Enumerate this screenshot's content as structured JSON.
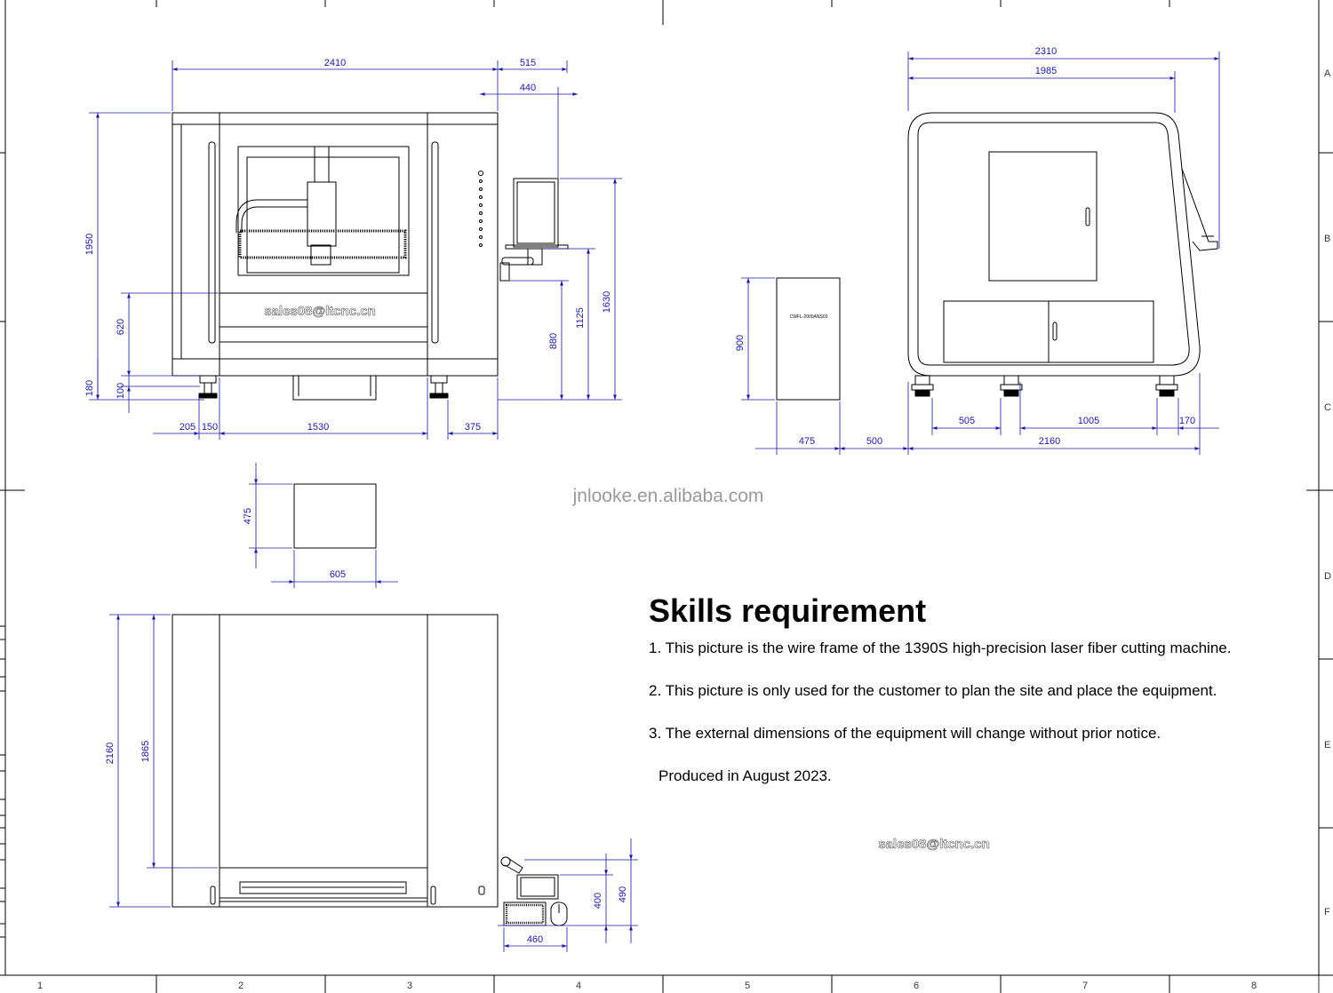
{
  "watermarks": {
    "email": "sales08@ltcnc.cn",
    "site": "jnlooke.en.alibaba.com"
  },
  "frame": {
    "columns": [
      "1",
      "2",
      "3",
      "4",
      "5",
      "6",
      "7",
      "8"
    ],
    "rows": [
      "A",
      "B",
      "C",
      "D",
      "E",
      "F"
    ]
  },
  "front_view": {
    "dimensions": {
      "overall_width": "2410",
      "side_panel_depth": "515",
      "monitor_offset": "440",
      "overall_height": "1950",
      "panel_height": "620",
      "base_height": "180",
      "foot_height": "100",
      "height_880": "880",
      "height_1125": "1125",
      "height_1630": "1630",
      "left_margin": "205",
      "left_panel": "150",
      "bed_width": "1530",
      "right_panel": "375"
    }
  },
  "side_view": {
    "dimensions": {
      "overall_depth": "2310",
      "body_depth": "1985",
      "foot_span_left": "505",
      "foot_span_mid": "1005",
      "foot_span_right": "170",
      "base_depth": "2160",
      "gap_to_cabinet": "500",
      "cabinet_width": "475",
      "cabinet_height": "900"
    },
    "cabinet_label": "CWFL-2000ANS03"
  },
  "chiller_top": {
    "dimensions": {
      "width": "605",
      "depth": "475"
    }
  },
  "top_view": {
    "dimensions": {
      "overall_depth": "2160",
      "inner_depth": "1865",
      "console_depth": "400",
      "console_total": "490",
      "console_width": "460"
    }
  },
  "notes": {
    "heading": "Skills requirement",
    "items": [
      "1. This picture is the wire frame of the 1390S high-precision laser fiber cutting machine.",
      "2. This picture is only used for the customer to plan the site and place the equipment.",
      "3. The external dimensions of the equipment will change without prior notice."
    ],
    "produced": "Produced in August 2023."
  }
}
